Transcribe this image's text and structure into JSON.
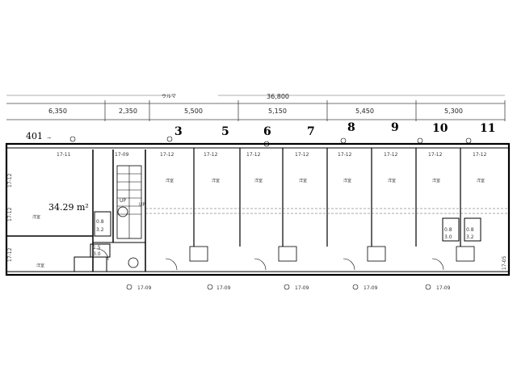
{
  "header": {
    "top_left": "ウルマ",
    "total_width": "36,800"
  },
  "dimensions": [
    "6,350",
    "2,350",
    "5,500",
    "5,150",
    "5,450",
    "5,300"
  ],
  "unit_labels": [
    "401",
    "3",
    "5",
    "6",
    "7",
    "8",
    "9",
    "10",
    "11"
  ],
  "area_note": "34.29 m²",
  "side_labels": [
    "17-12",
    "17-12",
    "17-12"
  ],
  "top_codes": [
    "17-11",
    "17-09",
    "17-12",
    "17-12",
    "17-12",
    "17-12",
    "17-12",
    "17-12",
    "17-12",
    "17-12"
  ],
  "bottom_codes": [
    "17-09",
    "17-09",
    "17-09",
    "17-09",
    "17-09"
  ],
  "fixture_labels": [
    "0.8",
    "3.2",
    "1.5",
    "3.0",
    "0.8",
    "3.0",
    "0.8",
    "3.2"
  ],
  "side_right_code": "17-05",
  "marks": [
    "UP",
    "UP"
  ]
}
